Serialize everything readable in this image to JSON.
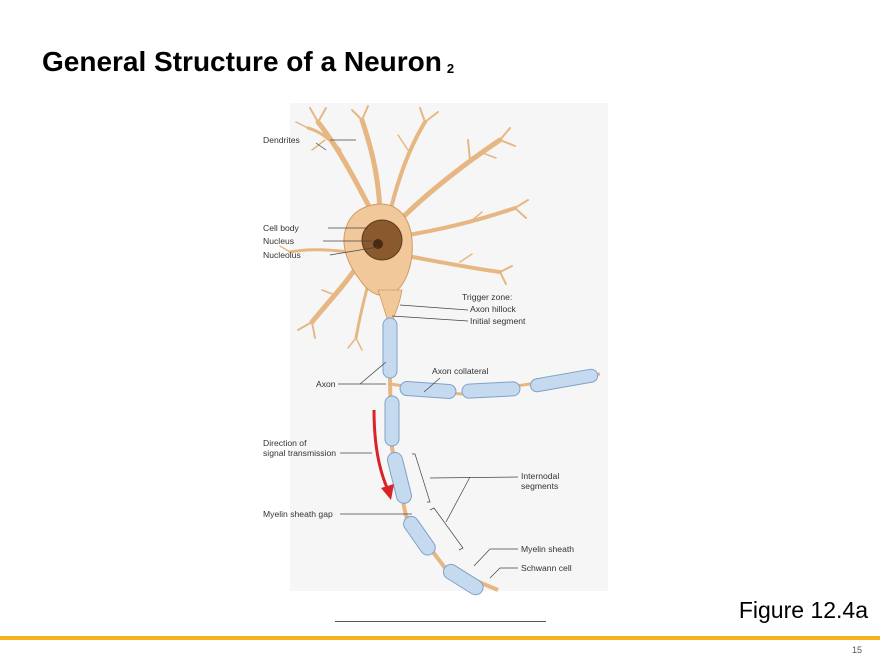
{
  "slide": {
    "title": "General Structure of a Neuron",
    "title_suffix": "2",
    "figure_ref": "Figure 12.4a",
    "page_number": "15"
  },
  "diagram": {
    "labels": {
      "dendrites": "Dendrites",
      "cell_body": "Cell body",
      "nucleus": "Nucleus",
      "nucleolus": "Nucleolus",
      "trigger_zone": "Trigger zone:",
      "axon_hillock": "Axon hillock",
      "initial_segment": "Initial segment",
      "axon_collateral": "Axon collateral",
      "axon": "Axon",
      "direction_line1": "Direction of",
      "direction_line2": "signal transmission",
      "internodal_line1": "Internodal",
      "internodal_line2": "segments",
      "myelin_sheath_gap": "Myelin sheath gap",
      "myelin_sheath": "Myelin sheath",
      "schwann_cell": "Schwann cell"
    }
  },
  "colors": {
    "accent_bar": "#f5b21c",
    "neuron_body": "#f0c89a",
    "neuron_outline": "#cf9a62",
    "nucleus": "#8a5a2e",
    "myelin": "#c5d9ef",
    "signal_arrow": "#d9232a"
  }
}
